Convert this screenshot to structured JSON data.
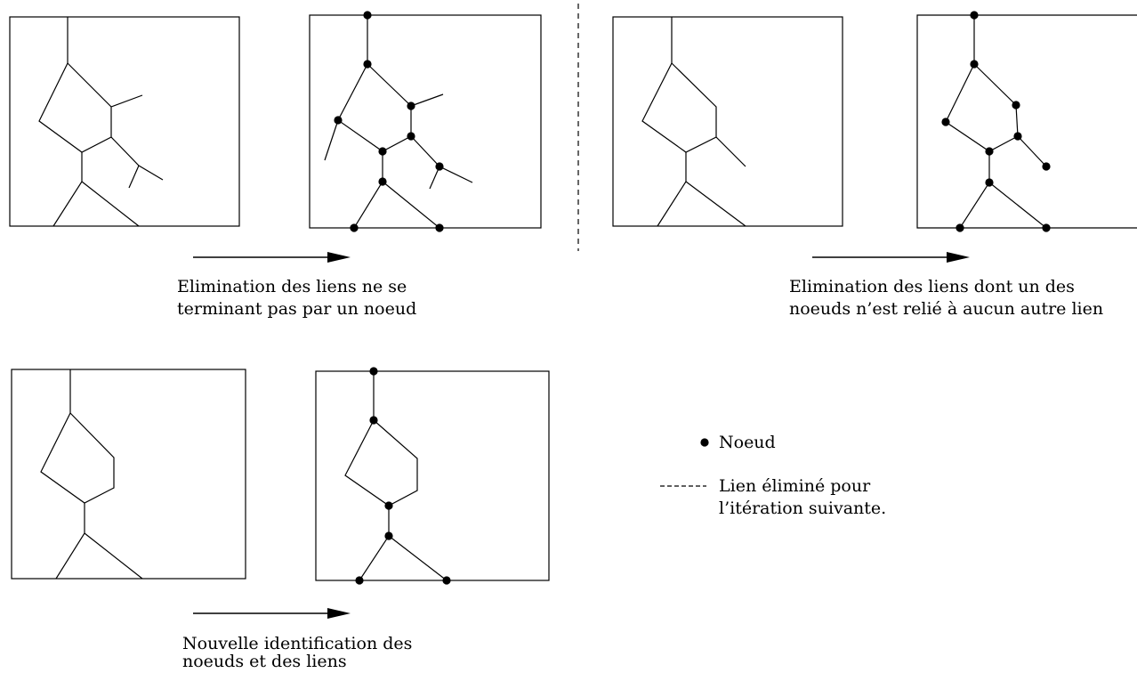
{
  "captions": {
    "step1": [
      "Elimination des liens ne se",
      "terminant pas par un noeud"
    ],
    "step2": [
      "Elimination des liens dont un des",
      "noeuds n’est relié à aucun autre lien"
    ],
    "step3": [
      "Nouvelle identification des",
      "noeuds et des liens"
    ]
  },
  "legend": {
    "node_label": "Noeud",
    "eliminated_label": [
      "Lien éliminé pour",
      "l’itération suivante."
    ]
  },
  "colors": {
    "line": "#000000",
    "background": "#ffffff"
  }
}
